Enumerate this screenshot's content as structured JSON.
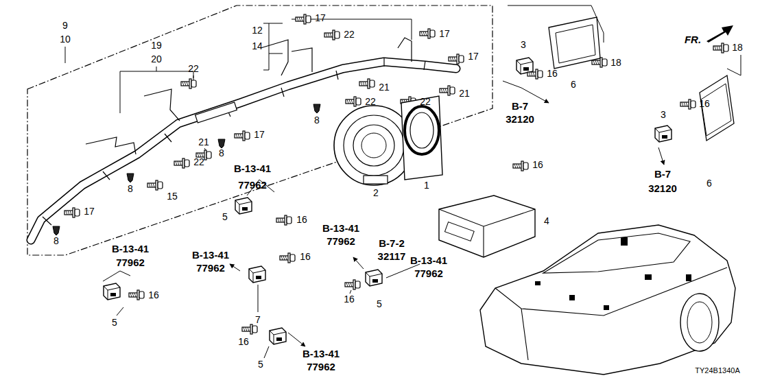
{
  "diagram": {
    "labels": [
      "9",
      "10",
      "19",
      "20",
      "12",
      "14",
      "17",
      "22",
      "17",
      "3",
      "18",
      "16",
      "6",
      "FR.",
      "18",
      "17",
      "22",
      "21",
      "21",
      "22",
      "22",
      "B-7",
      "32120",
      "16",
      "3",
      "8",
      "17",
      "21",
      "8",
      "22",
      "16",
      "B-13-41",
      "77962",
      "B-7",
      "32120",
      "6",
      "8",
      "1",
      "2",
      "15",
      "17",
      "5",
      "16",
      "4",
      "B-13-41",
      "77962",
      "8",
      "B-7-2",
      "32117",
      "B-13-41",
      "77962",
      "B-13-41",
      "77962",
      "16",
      "B-13-41",
      "77962",
      "16",
      "5",
      "7",
      "5",
      "16",
      "16",
      "5",
      "B-13-41",
      "77962",
      "TY24B1340A"
    ]
  }
}
